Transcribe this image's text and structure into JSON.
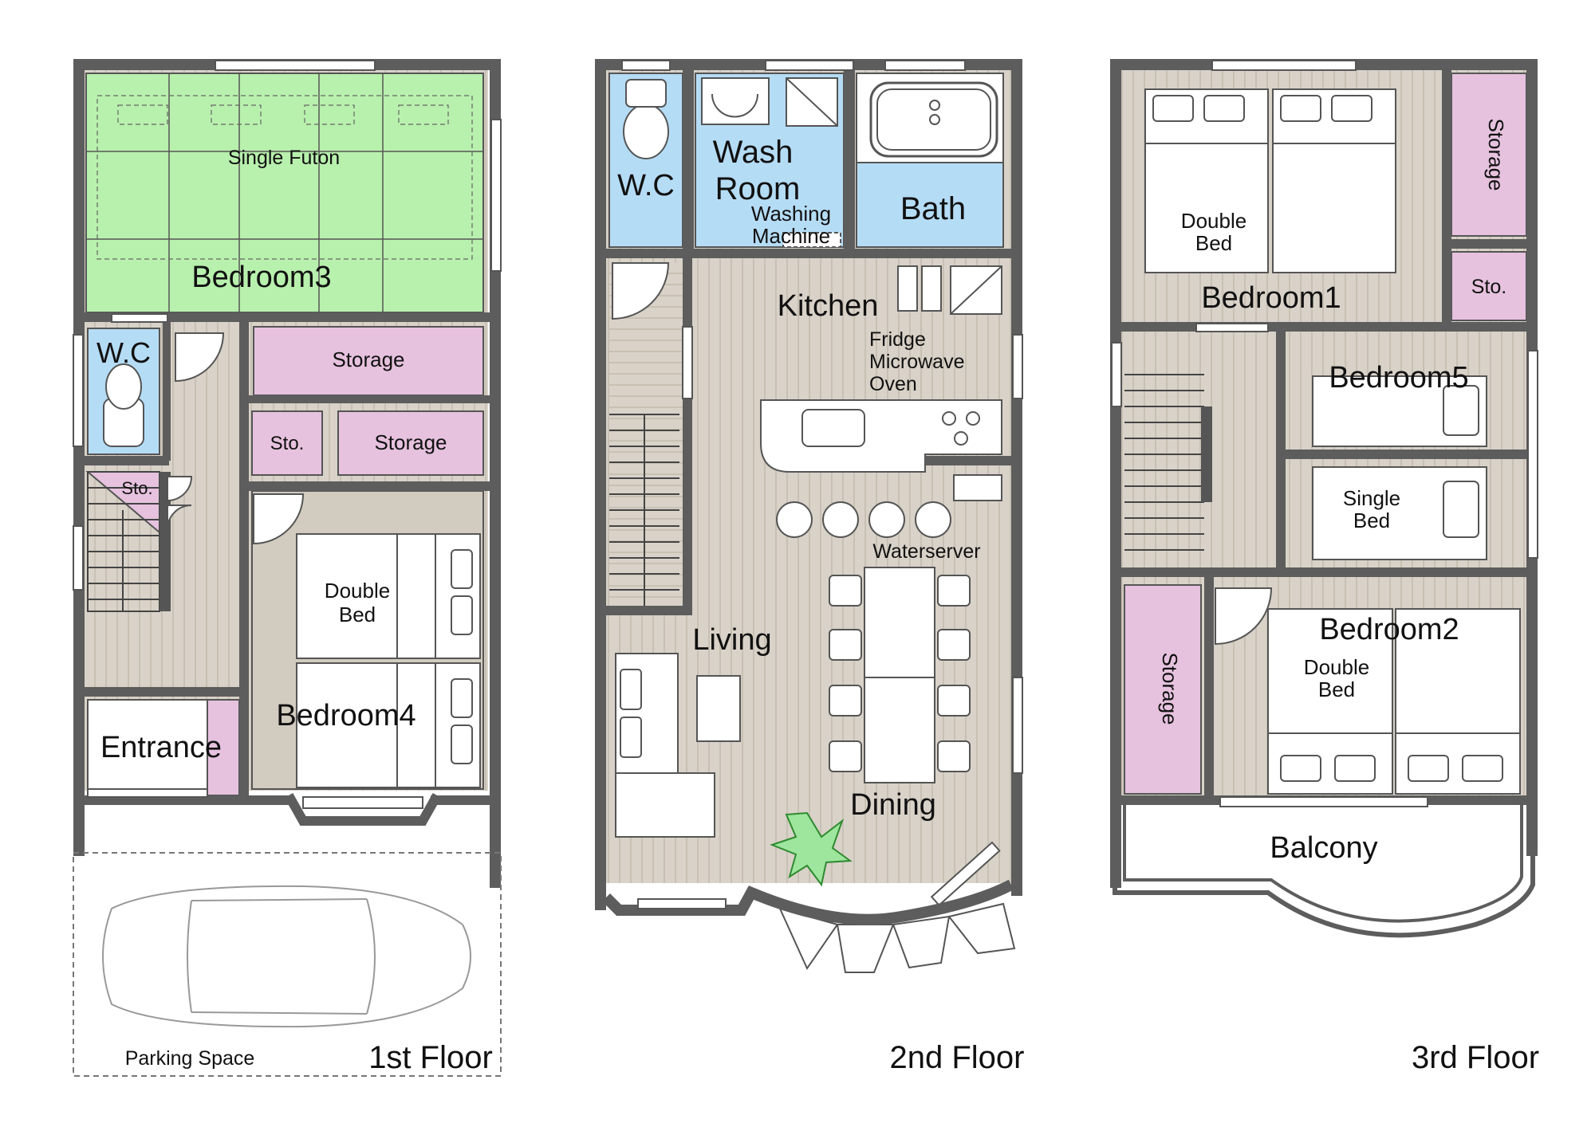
{
  "colors": {
    "wall": "#5d5d5d",
    "floor_wood": "#d6d0c6",
    "floor_stripe": "#c9c2b6",
    "tatami": "#b8f0ad",
    "wet_area": "#b5dcf5",
    "storage": "#e6c2de",
    "bed": "#ffffff",
    "outline": "#555555"
  },
  "floors": {
    "first": {
      "caption": "1st Floor",
      "rooms": {
        "bedroom3": "Bedroom3",
        "futon": "Single Futon",
        "wc": "W.C",
        "storage_top": "Storage",
        "sto_small": "Sto.",
        "storage_mid": "Storage",
        "sto_stair": "Sto.",
        "double_bed_1": "Double",
        "double_bed_2": "Bed",
        "bedroom4": "Bedroom4",
        "entrance": "Entrance",
        "parking": "Parking Space"
      }
    },
    "second": {
      "caption": "2nd Floor",
      "rooms": {
        "wc": "W.C",
        "wash_1": "Wash",
        "wash_2": "Room",
        "washing_1": "Washing",
        "washing_2": "Machine",
        "bath": "Bath",
        "kitchen": "Kitchen",
        "fridge": "Fridge",
        "microwave": "Microwave",
        "oven": "Oven",
        "waterserver": "Waterserver",
        "living": "Living",
        "dining": "Dining"
      }
    },
    "third": {
      "caption": "3rd Floor",
      "rooms": {
        "storage_top": "Storage",
        "sto": "Sto.",
        "double_1": "Double",
        "double_2": "Bed",
        "bedroom1": "Bedroom1",
        "bedroom5": "Bedroom5",
        "single_1": "Single",
        "single_2": "Bed",
        "storage_left": "Storage",
        "bedroom2": "Bedroom2",
        "double_b_1": "Double",
        "double_b_2": "Bed",
        "balcony": "Balcony"
      }
    }
  }
}
